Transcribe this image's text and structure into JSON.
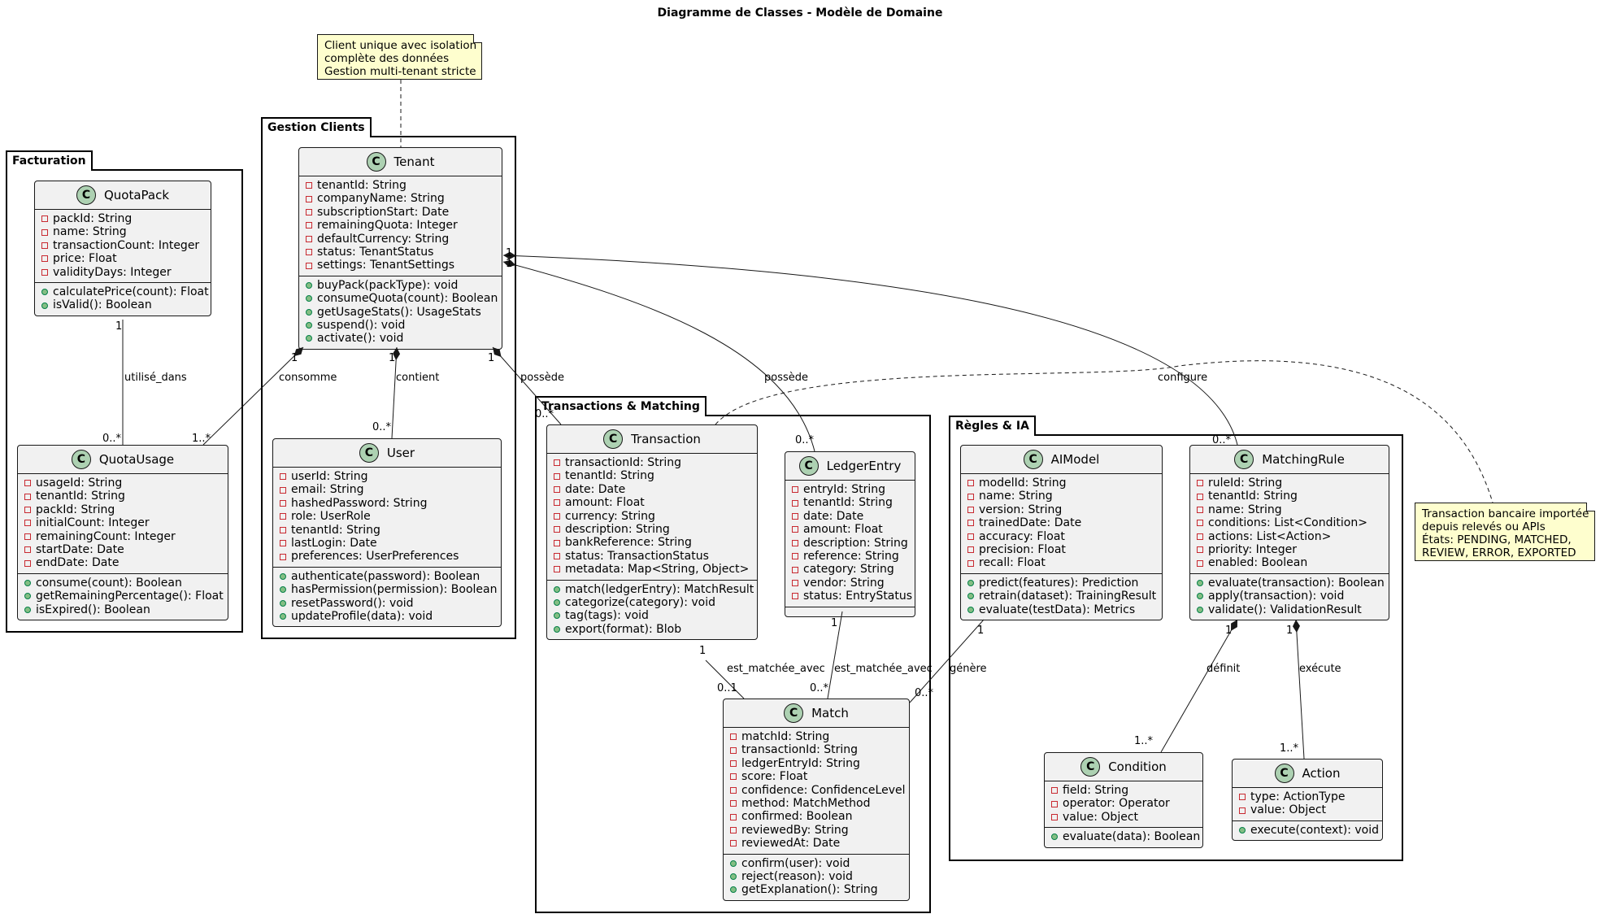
{
  "title": "Diagramme de Classes - Modèle de Domaine",
  "packages": {
    "facturation": "Facturation",
    "gestion_clients": "Gestion Clients",
    "transactions": "Transactions & Matching",
    "regles": "Règles & IA"
  },
  "notes": {
    "tenant": [
      "Client unique avec isolation",
      "complète des données",
      "Gestion multi-tenant stricte"
    ],
    "transaction": [
      "Transaction bancaire importée",
      "depuis relevés ou APIs",
      "États: PENDING, MATCHED,",
      "REVIEW, ERROR, EXPORTED"
    ]
  },
  "classes": {
    "QuotaPack": {
      "name": "QuotaPack",
      "attributes": [
        "packId: String",
        "name: String",
        "transactionCount: Integer",
        "price: Float",
        "validityDays: Integer"
      ],
      "methods": [
        "calculatePrice(count): Float",
        "isValid(): Boolean"
      ]
    },
    "QuotaUsage": {
      "name": "QuotaUsage",
      "attributes": [
        "usageId: String",
        "tenantId: String",
        "packId: String",
        "initialCount: Integer",
        "remainingCount: Integer",
        "startDate: Date",
        "endDate: Date"
      ],
      "methods": [
        "consume(count): Boolean",
        "getRemainingPercentage(): Float",
        "isExpired(): Boolean"
      ]
    },
    "Tenant": {
      "name": "Tenant",
      "attributes": [
        "tenantId: String",
        "companyName: String",
        "subscriptionStart: Date",
        "remainingQuota: Integer",
        "defaultCurrency: String",
        "status: TenantStatus",
        "settings: TenantSettings"
      ],
      "methods": [
        "buyPack(packType): void",
        "consumeQuota(count): Boolean",
        "getUsageStats(): UsageStats",
        "suspend(): void",
        "activate(): void"
      ]
    },
    "User": {
      "name": "User",
      "attributes": [
        "userId: String",
        "email: String",
        "hashedPassword: String",
        "role: UserRole",
        "tenantId: String",
        "lastLogin: Date",
        "preferences: UserPreferences"
      ],
      "methods": [
        "authenticate(password): Boolean",
        "hasPermission(permission): Boolean",
        "resetPassword(): void",
        "updateProfile(data): void"
      ]
    },
    "Transaction": {
      "name": "Transaction",
      "attributes": [
        "transactionId: String",
        "tenantId: String",
        "date: Date",
        "amount: Float",
        "currency: String",
        "description: String",
        "bankReference: String",
        "status: TransactionStatus",
        "metadata: Map<String, Object>"
      ],
      "methods": [
        "match(ledgerEntry): MatchResult",
        "categorize(category): void",
        "tag(tags): void",
        "export(format): Blob"
      ]
    },
    "LedgerEntry": {
      "name": "LedgerEntry",
      "attributes": [
        "entryId: String",
        "tenantId: String",
        "date: Date",
        "amount: Float",
        "description: String",
        "reference: String",
        "category: String",
        "vendor: String",
        "status: EntryStatus"
      ],
      "methods": []
    },
    "Match": {
      "name": "Match",
      "attributes": [
        "matchId: String",
        "transactionId: String",
        "ledgerEntryId: String",
        "score: Float",
        "confidence: ConfidenceLevel",
        "method: MatchMethod",
        "confirmed: Boolean",
        "reviewedBy: String",
        "reviewedAt: Date"
      ],
      "methods": [
        "confirm(user): void",
        "reject(reason): void",
        "getExplanation(): String"
      ]
    },
    "AIModel": {
      "name": "AIModel",
      "attributes": [
        "modelId: String",
        "name: String",
        "version: String",
        "trainedDate: Date",
        "accuracy: Float",
        "precision: Float",
        "recall: Float"
      ],
      "methods": [
        "predict(features): Prediction",
        "retrain(dataset): TrainingResult",
        "evaluate(testData): Metrics"
      ]
    },
    "MatchingRule": {
      "name": "MatchingRule",
      "attributes": [
        "ruleId: String",
        "tenantId: String",
        "name: String",
        "conditions: List<Condition>",
        "actions: List<Action>",
        "priority: Integer",
        "enabled: Boolean"
      ],
      "methods": [
        "evaluate(transaction): Boolean",
        "apply(transaction): void",
        "validate(): ValidationResult"
      ]
    },
    "Condition": {
      "name": "Condition",
      "attributes": [
        "field: String",
        "operator: Operator",
        "value: Object"
      ],
      "methods": [
        "evaluate(data): Boolean"
      ]
    },
    "Action": {
      "name": "Action",
      "attributes": [
        "type: ActionType",
        "value: Object"
      ],
      "methods": [
        "execute(context): void"
      ]
    }
  },
  "relations": {
    "pack_usage": {
      "label": "utilisé_dans",
      "from_mult": "1",
      "to_mult": "0..*"
    },
    "tenant_usage": {
      "label": "consomme",
      "from_mult": "1",
      "to_mult": "1..*"
    },
    "tenant_user": {
      "label": "contient",
      "from_mult": "1",
      "to_mult": "0..*"
    },
    "tenant_transaction": {
      "label": "possède",
      "from_mult": "1",
      "to_mult": "0..*"
    },
    "tenant_ledger": {
      "label": "possède",
      "from_mult": "1",
      "to_mult": "0..*"
    },
    "tenant_rule": {
      "label": "configure",
      "from_mult": "1",
      "to_mult": "0..*"
    },
    "transaction_match": {
      "label": "est_matchée_avec",
      "from_mult": "1",
      "to_mult": "0..1"
    },
    "ledger_match": {
      "label": "est_matchée_avec",
      "from_mult": "1",
      "to_mult": "0..*"
    },
    "ai_match": {
      "label": "génère",
      "from_mult": "1",
      "to_mult": "0..*"
    },
    "rule_condition": {
      "label": "définit",
      "from_mult": "1",
      "to_mult": "1..*"
    },
    "rule_action": {
      "label": "exécute",
      "from_mult": "1",
      "to_mult": "1..*"
    }
  }
}
